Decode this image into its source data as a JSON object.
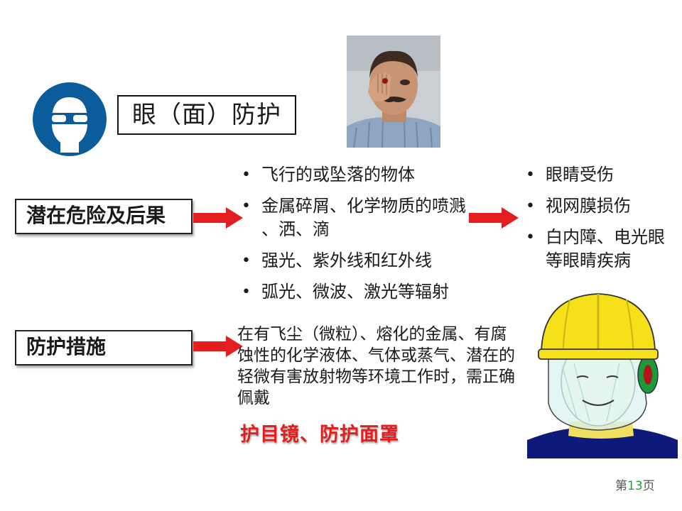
{
  "title": "眼（面）防护",
  "hazard_label": "潜在危险及后果",
  "measure_label": "防护措施",
  "hazards": [
    "飞行的或坠落的物体",
    "金属碎屑、化学物质的喷溅 、洒、滴",
    "强光、紫外线和红外线",
    "弧光、微波、激光等辐射"
  ],
  "consequences": [
    "眼睛受伤",
    "视网膜损伤",
    "白内障、电光眼等眼睛疾病"
  ],
  "measure_text": "在有飞尘（微粒）、熔化的金属、有腐蚀性的化学液体、气体或蒸气、潜在的轻微有害放射物等环境工作时，需正确佩戴",
  "equipment": "护目镜、防护面罩",
  "page": {
    "prefix": "第",
    "number": "13",
    "suffix": "页"
  },
  "icons": [
    "goggles-sign-icon",
    "arrow-right-icon"
  ],
  "colors": {
    "arrow": "#e41e1e",
    "sign_blue": "#0a5c9a",
    "highlight_text": "#e02020",
    "page_number": "#2a9a3a"
  }
}
